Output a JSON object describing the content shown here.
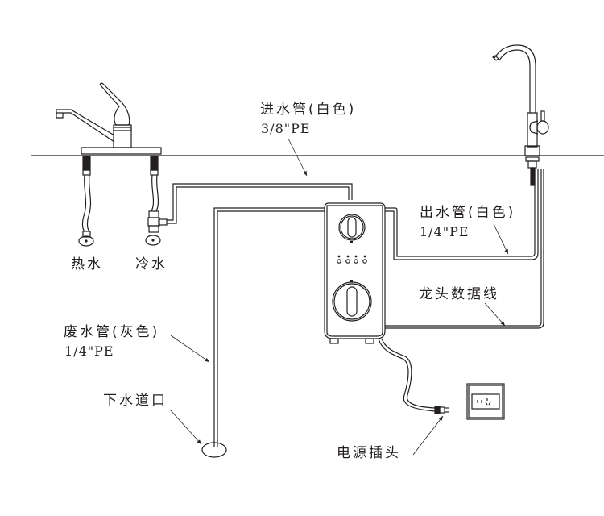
{
  "diagram": {
    "title": "",
    "labels": {
      "inlet_pipe": {
        "name": "进水管(白色)",
        "spec": "3/8\"PE"
      },
      "outlet_pipe": {
        "name": "出水管(白色)",
        "spec": "1/4\"PE"
      },
      "waste_pipe": {
        "name": "废水管(灰色)",
        "spec": "1/4\"PE"
      },
      "faucet_data_cable": "龙头数据线",
      "drain": "下水道口",
      "power_plug": "电源插头",
      "hot_water": "热水",
      "cold_water": "冷水"
    },
    "components": [
      "kitchen-mixer-faucet",
      "hot-water-angle-valve",
      "cold-water-angle-valve",
      "tee-connector",
      "water-purifier-unit",
      "pure-water-faucet",
      "wall-socket",
      "drain-opening"
    ],
    "purifier": {
      "indicator_count": 4
    },
    "colors": {
      "line": "#231f20",
      "background": "#ffffff"
    }
  }
}
